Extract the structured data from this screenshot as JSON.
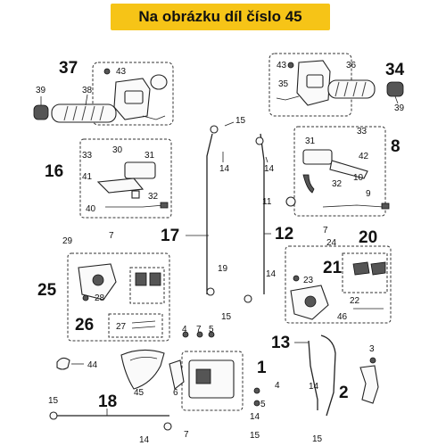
{
  "banner": {
    "title": "Na obrázku díl číslo 45"
  },
  "labels": {
    "p37": "37",
    "p43a": "43",
    "p39a": "39",
    "p38": "38",
    "p34": "34",
    "p43b": "43",
    "p36": "36",
    "p35": "35",
    "p39b": "39",
    "p15a": "15",
    "p14a": "14",
    "p14b": "14",
    "p16": "16",
    "p33a": "33",
    "p30": "30",
    "p31a": "31",
    "p41": "41",
    "p32a": "32",
    "p40": "40",
    "p8": "8",
    "p31b": "31",
    "p33b": "33",
    "p42": "42",
    "p10": "10",
    "p32b": "32",
    "p9": "9",
    "p11": "11",
    "p17": "17",
    "p12": "12",
    "p29": "29",
    "p7a": "7",
    "p7b": "7",
    "p24": "24",
    "p20": "20",
    "p21": "21",
    "p23": "23",
    "p22": "22",
    "p46": "46",
    "p25": "25",
    "p28": "28",
    "p26": "26",
    "p27": "27",
    "p19": "19",
    "p14c": "14",
    "p15b": "15",
    "p4a": "4",
    "p7c": "7",
    "p5a": "5",
    "p13": "13",
    "p3": "3",
    "p2": "2",
    "p44": "44",
    "p45": "45",
    "p6": "6",
    "p1": "1",
    "p4b": "4",
    "p5b": "5",
    "p14d": "14",
    "p15c": "15",
    "p14e": "14",
    "p15d": "15",
    "p18": "18",
    "p15e": "15",
    "p14f": "14",
    "p7d": "7"
  }
}
